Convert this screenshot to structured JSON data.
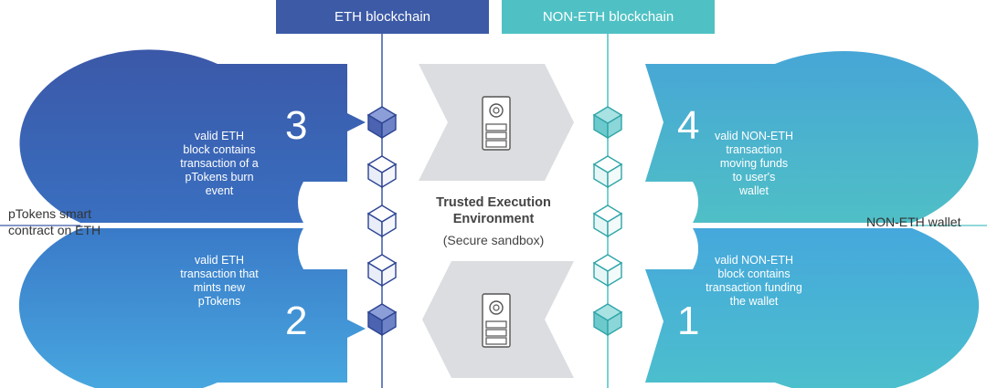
{
  "chains": {
    "eth": "ETH blockchain",
    "non_eth": "NON-ETH blockchain"
  },
  "steps": [
    {
      "number": "3",
      "text": "valid ETH\nblock contains\ntransaction of a\npTokens burn\nevent"
    },
    {
      "number": "2",
      "text": "valid ETH\ntransaction that\nmints new\npTokens"
    },
    {
      "number": "4",
      "text": "valid NON-ETH\ntransaction\nmoving funds\nto user's\nwallet"
    },
    {
      "number": "1",
      "text": "valid NON-ETH\nblock contains\ntransaction funding\nthe wallet"
    }
  ],
  "left_label": "pTokens smart\ncontract on ETH",
  "right_label": "NON-ETH wallet",
  "tee": {
    "title": "Trusted Execution\nEnvironment",
    "subtitle": "(Secure sandbox)"
  },
  "colors": {
    "eth_dark": "#3c5aa6",
    "eth_mid": "#3a7bc8",
    "eth_light": "#4aa6de",
    "non_eth": "#4fc1c4",
    "tee_gray": "#dcdde0"
  },
  "icons": [
    "cube-icon",
    "server-icon"
  ]
}
